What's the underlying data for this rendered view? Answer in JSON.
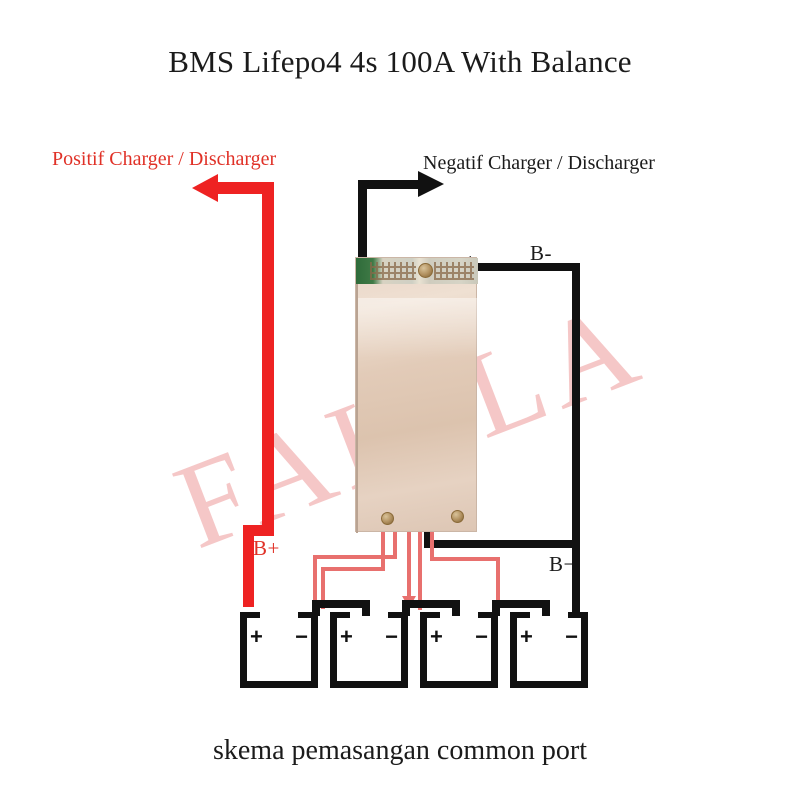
{
  "title": "BMS Lifepo4 4s 100A With Balance",
  "caption": "skema pemasangan common port",
  "watermark": "FAHILA",
  "labels": {
    "positive_charger": "Positif Charger / Discharger",
    "negative_charger": "Negatif Charger / Discharger",
    "b_minus_top": "B-",
    "b_minus_bottom": "B−",
    "b_plus": "B+"
  },
  "colors": {
    "positive_wire": "#ee2222",
    "negative_wire": "#111111",
    "balance_wire": "#e8706e",
    "positive_text": "#e03127",
    "text": "#1b1b1b",
    "board": "#e2cbb8",
    "pcb_header": "#2f6b3a",
    "watermark": "#e25a5a",
    "background": "#ffffff"
  },
  "board": {
    "name": "BMS protection board",
    "cell_count": 4
  },
  "cells": [
    {
      "plus": "+",
      "minus": "−"
    },
    {
      "plus": "+",
      "minus": "−"
    },
    {
      "plus": "+",
      "minus": "−"
    },
    {
      "plus": "+",
      "minus": "−"
    }
  ]
}
